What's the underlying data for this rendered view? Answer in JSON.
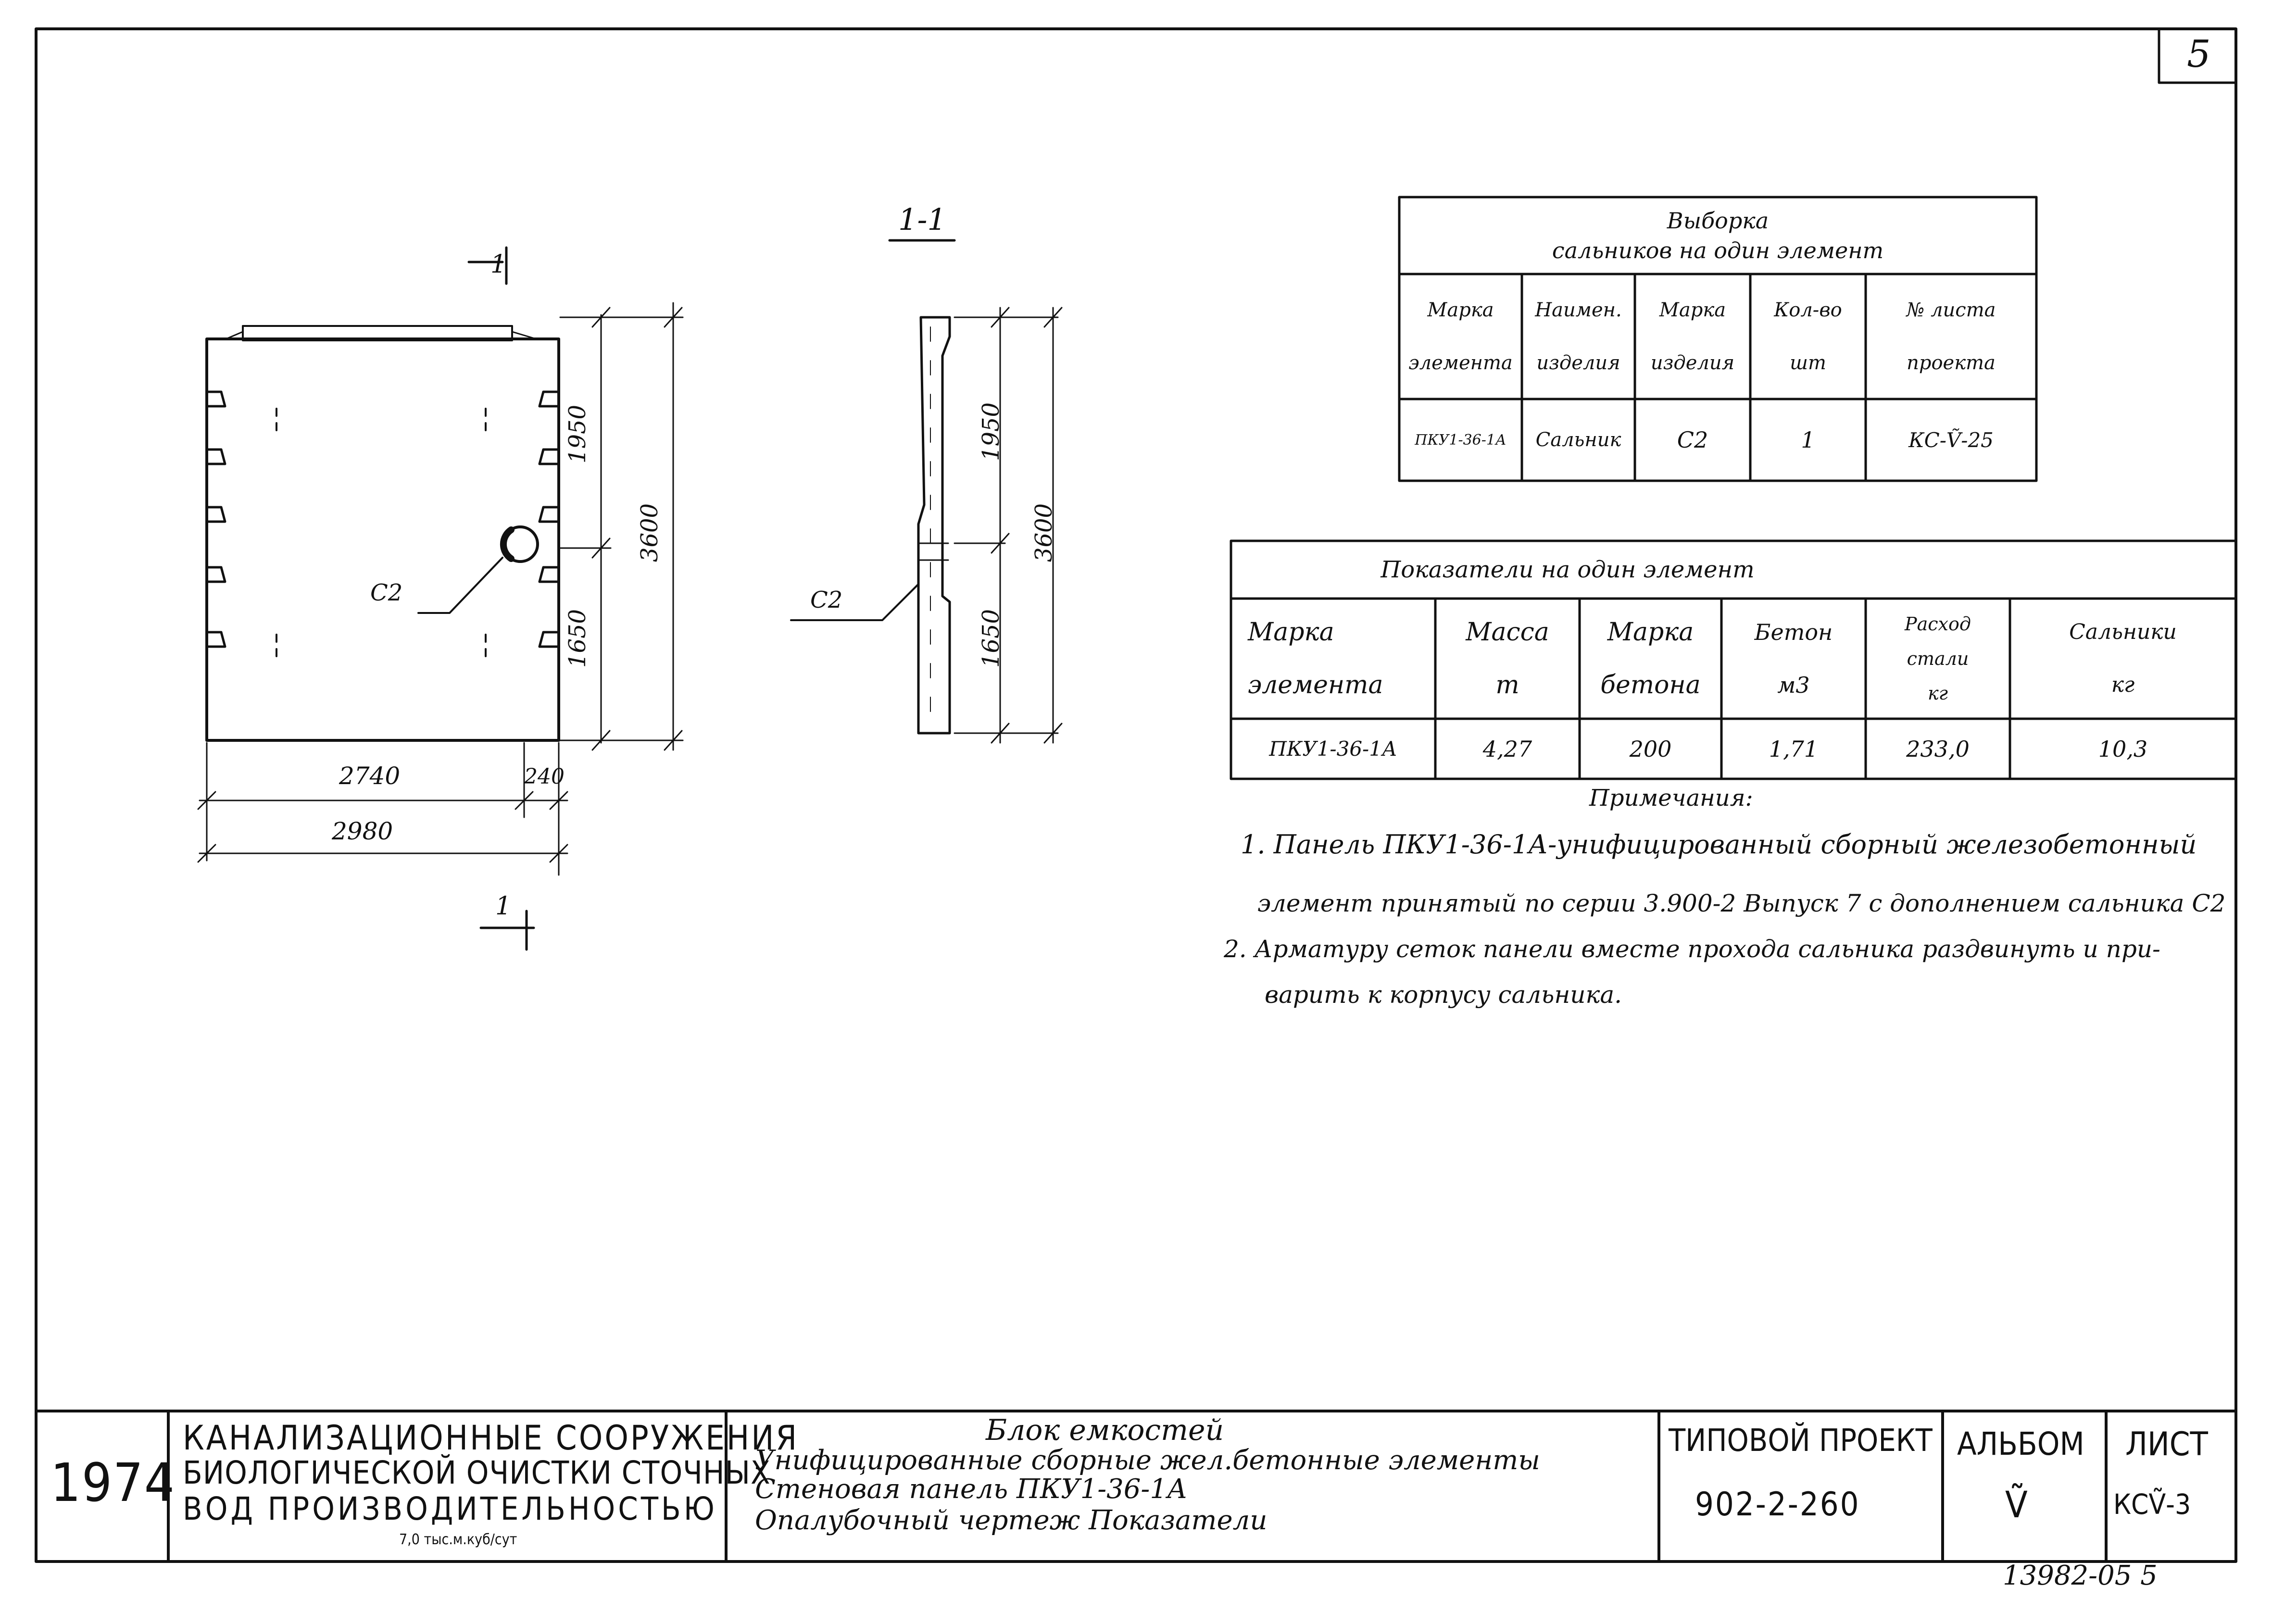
{
  "sheet_number": "5",
  "elevation": {
    "section_mark": "1",
    "dim_1950": "1950",
    "dim_1650": "1650",
    "dim_3600": "3600",
    "dim_2740": "2740",
    "dim_240": "240",
    "dim_2980": "2980",
    "gland_label": "С2"
  },
  "section": {
    "title": "1-1",
    "dim_1950": "1950",
    "dim_1650": "1650",
    "dim_3600": "3600",
    "gland_label": "С2"
  },
  "glands_table": {
    "title_line1": "Выборка",
    "title_line2": "сальников на один элемент",
    "headers": [
      [
        "Марка",
        "элемента"
      ],
      [
        "Наимен.",
        "изделия"
      ],
      [
        "Марка",
        "изделия"
      ],
      [
        "Кол-во",
        "шт"
      ],
      [
        "№ листа",
        "проекта"
      ]
    ],
    "row": [
      "ПКУ1-36-1А",
      "Сальник",
      "С2",
      "1",
      "КС-Ṽ-25"
    ]
  },
  "indicators_table": {
    "title": "Показатели на один элемент",
    "headers": [
      [
        "Марка",
        "элемента"
      ],
      [
        "Масса",
        "т"
      ],
      [
        "Марка",
        "бетона"
      ],
      [
        "Бетон",
        "м3"
      ],
      [
        "Расход стали",
        "кг"
      ],
      [
        "Сальники",
        "кг"
      ]
    ],
    "row": [
      "ПКУ1-36-1А",
      "4,27",
      "200",
      "1,71",
      "233,0",
      "10,3"
    ]
  },
  "notes": {
    "title": "Примечания:",
    "lines": [
      "1. Панель ПКУ1-36-1А-унифицированный сборный железобетонный",
      "элемент принятый по серии 3.900-2 Выпуск 7 с дополнением сальника С2",
      "2. Арматуру сеток панели вместе прохода сальника раздвинуть и при-",
      "варить к корпусу сальника."
    ]
  },
  "title_block": {
    "year": "1974",
    "org_line1": "КАНАЛИЗАЦИОННЫЕ СООРУЖЕНИЯ",
    "org_line2": "БИОЛОГИЧЕСКОЙ ОЧИСТКИ СТОЧНЫХ",
    "org_line3": "ВОД ПРОИЗВОДИТЕЛЬНОСТЬЮ",
    "org_line4": "7,0 тыс.м.куб/сут",
    "desc_line1": "Блок емкостей",
    "desc_line2": "Унифицированные сборные жел.бетонные элементы",
    "desc_line3": "Стеновая панель ПКУ1-36-1А",
    "desc_line4": "Опалубочный чертеж Показатели",
    "project_label": "ТИПОВОЙ ПРОЕКТ",
    "project_number": "902-2-260",
    "album_label": "АЛЬБОМ",
    "album_value": "Ṽ",
    "sheet_label": "ЛИСТ",
    "sheet_value": "КСṼ-3"
  },
  "stamp_code": "13982-05 5"
}
